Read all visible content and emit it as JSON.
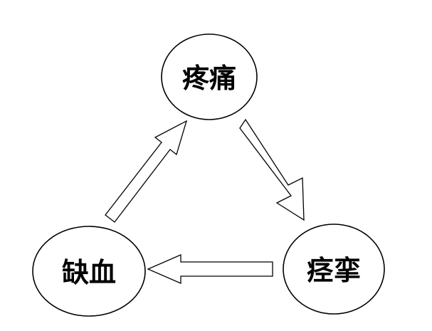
{
  "nodes": {
    "pain": {
      "label": "疼痛"
    },
    "spasm": {
      "label": "痉挛"
    },
    "ischemia": {
      "label": "缺血"
    }
  },
  "edges": [
    {
      "from": "pain",
      "to": "spasm"
    },
    {
      "from": "spasm",
      "to": "ischemia"
    },
    {
      "from": "ischemia",
      "to": "pain"
    }
  ],
  "colors": {
    "stroke": "#000000",
    "fill": "#ffffff"
  }
}
